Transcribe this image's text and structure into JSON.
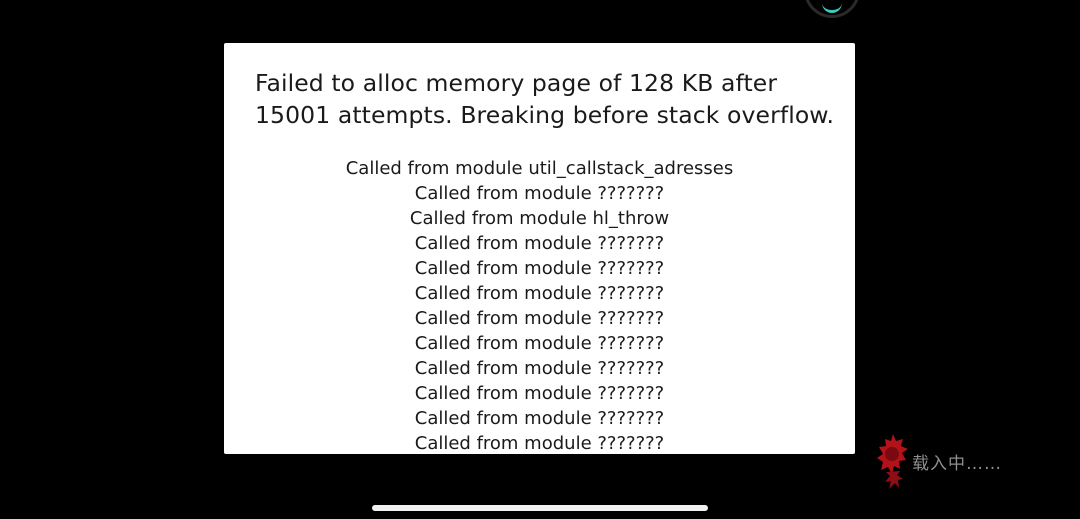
{
  "error_dialog": {
    "title_line1": "Failed to alloc memory page of 128 KB after",
    "title_line2": "15001 attempts. Breaking before stack overflow.",
    "stack": [
      "Called from module util_callstack_adresses",
      "Called from module ???????",
      "Called from module hl_throw",
      "Called from module ???????",
      "Called from module ???????",
      "Called from module ???????",
      "Called from module ???????",
      "Called from module ???????",
      "Called from module ???????",
      "Called from module ???????",
      "Called from module ???????",
      "Called from module ???????"
    ]
  },
  "loading": {
    "text": "载入中……",
    "icon": "red-spiky-logo-icon"
  },
  "colors": {
    "background": "#000000",
    "dialog_bg": "#ffffff",
    "text": "#1a1a1a",
    "loading_text": "#8f8f8f",
    "logo": "#b3121a",
    "accent": "#3ec9c0"
  }
}
